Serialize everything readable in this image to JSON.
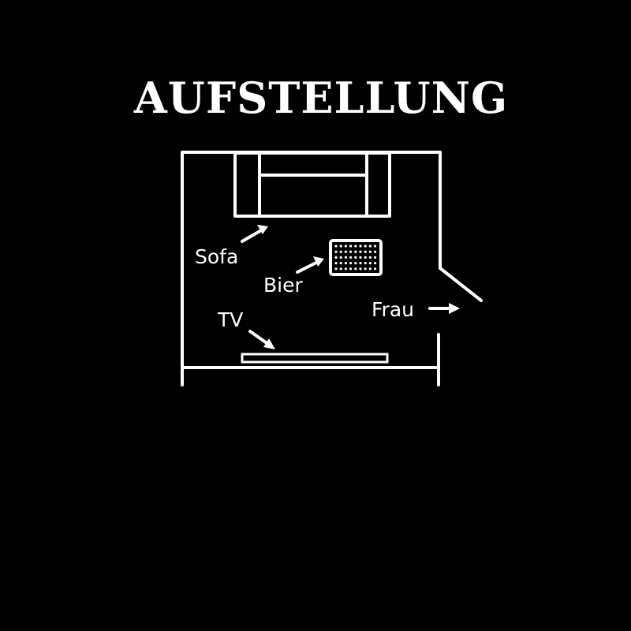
{
  "title": "AUFSTELLUNG",
  "labels": {
    "sofa": "Sofa",
    "beer": "Bier",
    "tv": "TV",
    "woman": "Frau"
  },
  "colors": {
    "background": "#000000",
    "ink": "#ffffff"
  }
}
